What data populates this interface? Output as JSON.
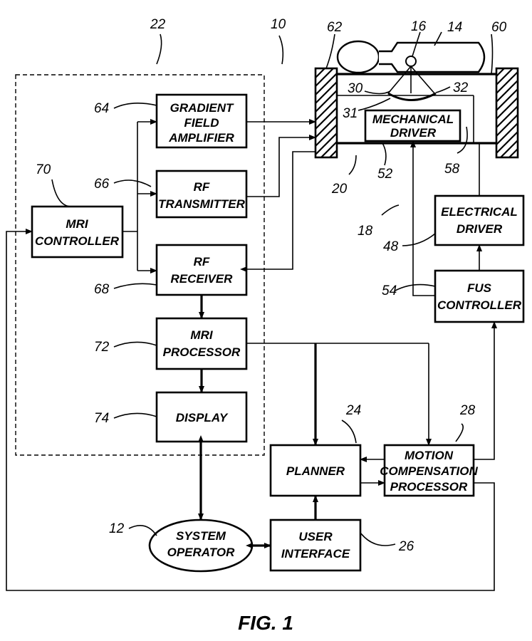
{
  "figure": {
    "caption": "FIG. 1",
    "blocks": {
      "gradient_amp": [
        "GRADIENT",
        "FIELD",
        "AMPLIFIER"
      ],
      "rf_transmitter": [
        "RF",
        "TRANSMITTER"
      ],
      "rf_receiver": [
        "RF",
        "RECEIVER"
      ],
      "mri_controller": [
        "MRI",
        "CONTROLLER"
      ],
      "mri_processor": [
        "MRI",
        "PROCESSOR"
      ],
      "display": [
        "DISPLAY"
      ],
      "mechanical_driver": [
        "MECHANICAL",
        "DRIVER"
      ],
      "electrical_driver": [
        "ELECTRICAL",
        "DRIVER"
      ],
      "fus_controller": [
        "FUS",
        "CONTROLLER"
      ],
      "planner": [
        "PLANNER"
      ],
      "motion_comp": [
        "MOTION",
        "COMPENSATION",
        "PROCESSOR"
      ],
      "user_interface": [
        "USER",
        "INTERFACE"
      ],
      "system_operator": [
        "SYSTEM",
        "OPERATOR"
      ]
    },
    "refs": {
      "r10": "10",
      "r12": "12",
      "r14": "14",
      "r16": "16",
      "r18": "18",
      "r20": "20",
      "r22": "22",
      "r24": "24",
      "r26": "26",
      "r28": "28",
      "r30": "30",
      "r31": "31",
      "r32": "32",
      "r48": "48",
      "r52": "52",
      "r54": "54",
      "r58": "58",
      "r60": "60",
      "r62": "62",
      "r64": "64",
      "r66": "66",
      "r68": "68",
      "r70": "70",
      "r72": "72",
      "r74": "74"
    }
  }
}
